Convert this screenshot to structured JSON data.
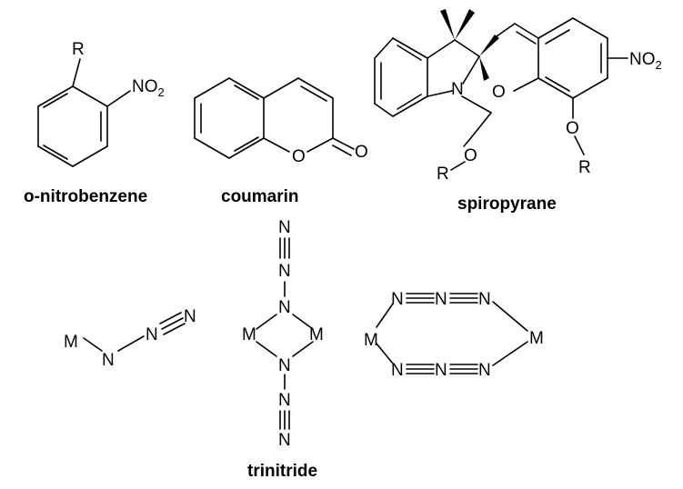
{
  "colors": {
    "ink": "#000000",
    "azide_blue": "#1a1aa0",
    "background": "#ffffff"
  },
  "captions": {
    "nitrobenzene": "o-nitrobenzene",
    "coumarin": "coumarin",
    "spiropyrane": "spiropyrane",
    "trinitride": "trinitride"
  },
  "nitrobenzene": {
    "r": "R",
    "no2_main": "NO",
    "no2_sub": "2"
  },
  "coumarin": {
    "ring_o": "O",
    "carbonyl_o": "O"
  },
  "spiropyrane": {
    "n": "N",
    "ring_o": "O",
    "no2_main": "NO",
    "no2_sub": "2",
    "ether_o_left": "O",
    "r_left": "R",
    "ether_o_right": "O",
    "r_right": "R"
  },
  "azide_terminal": {
    "m": "M",
    "n1": "N",
    "n2": "N",
    "n3": "N"
  },
  "azide_bridge_end_on": {
    "n_top3": "N",
    "n_top2": "N",
    "n_top1": "N",
    "m_left": "M",
    "m_right": "M",
    "n_bot1": "N",
    "n_bot2": "N",
    "n_bot3": "N"
  },
  "azide_bridge_end_to_end": {
    "m_left": "M",
    "m_right": "M",
    "top_n1": "N",
    "top_n2": "N",
    "top_n3": "N",
    "bot_n1": "N",
    "bot_n2": "N",
    "bot_n3": "N"
  }
}
